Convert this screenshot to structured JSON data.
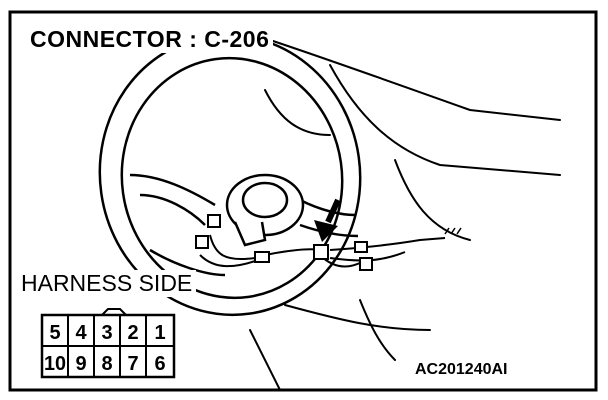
{
  "title": "CONNECTOR : C-206",
  "harness_label": "HARNESS SIDE",
  "figure_code": "AC201240AI",
  "connector": {
    "top_row": [
      "5",
      "4",
      "3",
      "2",
      "1"
    ],
    "bottom_row": [
      "10",
      "9",
      "8",
      "7",
      "6"
    ]
  },
  "icons": {
    "pointer": "arrow-down-icon"
  }
}
